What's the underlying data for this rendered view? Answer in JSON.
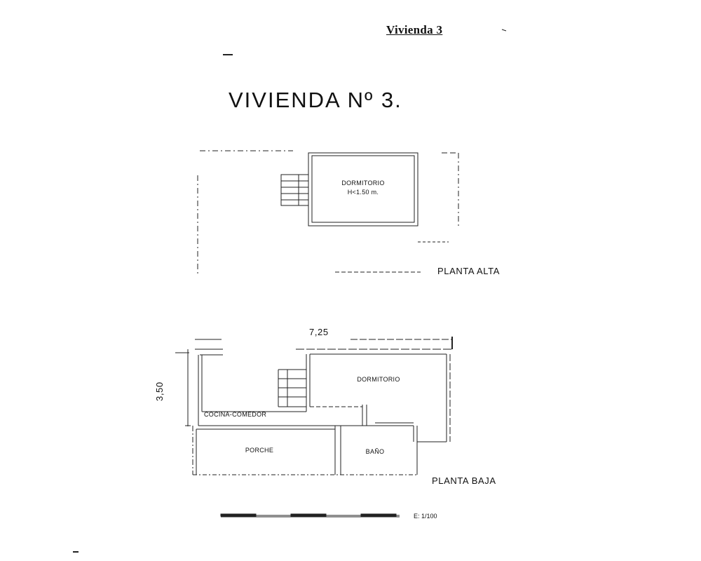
{
  "header": {
    "title": "Vivienda 3"
  },
  "document": {
    "title": "VIVIENDA Nº 3."
  },
  "upper_floor": {
    "label": "PLANTA ALTA",
    "room": {
      "name": "DORMITORIO",
      "height_note": "H<1.50 m."
    }
  },
  "ground_floor": {
    "label": "PLANTA BAJA",
    "dimension_width": "7,25",
    "dimension_depth": "3,50",
    "rooms": [
      {
        "name": "DORMITORIO"
      },
      {
        "name": "COCINA-COMEDOR"
      },
      {
        "name": "PORCHE"
      },
      {
        "name": "BAÑO"
      }
    ]
  },
  "scale": {
    "label": "E: 1/100"
  }
}
